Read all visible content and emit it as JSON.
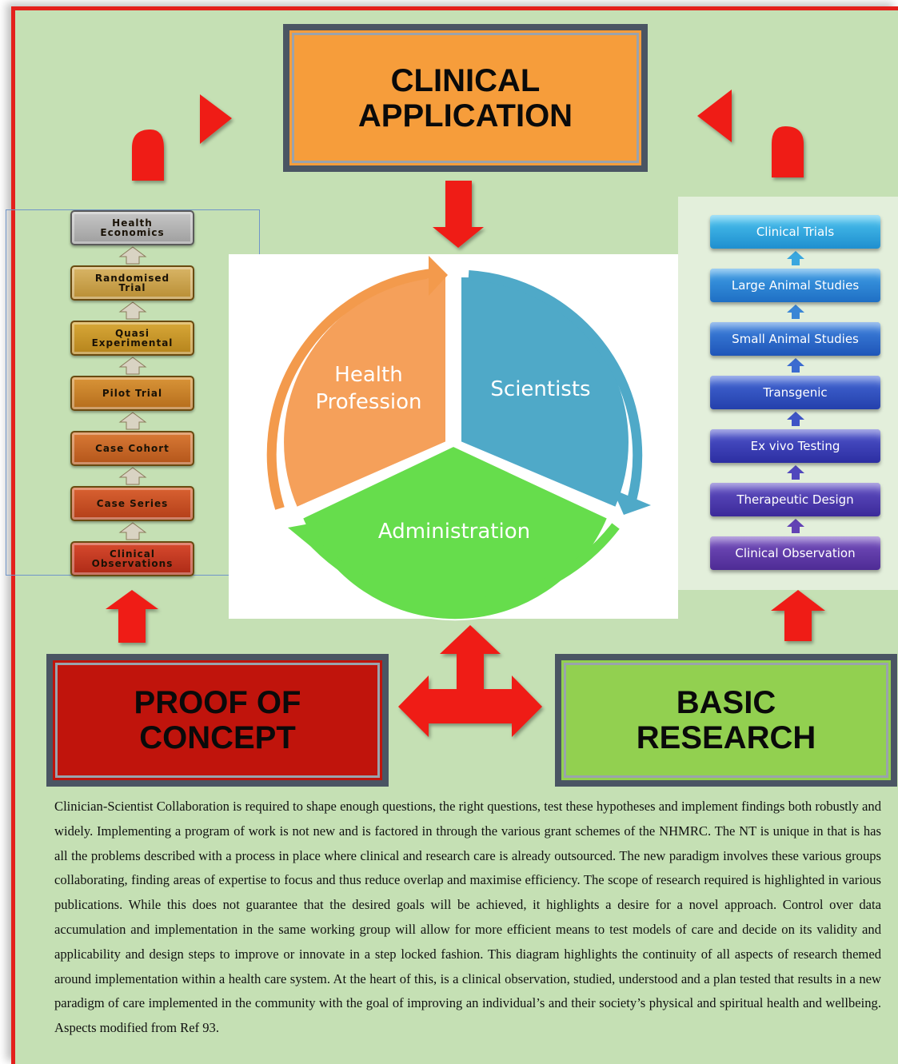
{
  "boxes": {
    "clinical_application": "CLINICAL\nAPPLICATION",
    "proof_of_concept": "PROOF OF\nCONCEPT",
    "basic_research": "BASIC\nRESEARCH"
  },
  "proof_of_concept_steps": [
    "Health\nEconomics",
    "Randomised\nTrial",
    "Quasi\nExperimental",
    "Pilot Trial",
    "Case Cohort",
    "Case Series",
    "Clinical\nObservations"
  ],
  "basic_research_steps": [
    "Clinical Trials",
    "Large Animal Studies",
    "Small Animal Studies",
    "Transgenic",
    "Ex vivo Testing",
    "Therapeutic Design",
    "Clinical Observation"
  ],
  "cycle": {
    "health_profession": "Health\nProfession",
    "scientists": "Scientists",
    "administration": "Administration"
  },
  "colors": {
    "arrow_red": "#ef1c14",
    "health_profession": "#f5a05a",
    "scientists": "#4fa9c8",
    "administration": "#66dd4c"
  },
  "caption": "Clinician-Scientist Collaboration is required to shape enough questions, the right questions, test these hypotheses and implement findings both robustly and widely. Implementing a program of work is not new and is factored in through the various grant schemes of the NHMRC. The NT is unique in that is has all the problems described with a process in place where clinical and research care is already outsourced. The new paradigm involves these various groups collaborating, finding areas of expertise to focus and thus reduce overlap and maximise efficiency. The scope of research required is highlighted in various publications. While this does not guarantee that the desired goals will be achieved, it highlights a desire for a novel approach. Control over data accumulation and implementation in the same working group will allow for more efficient means to test models of care and decide on its validity and applicability and design steps to improve or innovate in a step locked fashion. This diagram highlights the continuity of all aspects of research themed around implementation within a health care system. At the heart of this, is a clinical observation, studied, understood and a plan tested that results in a new paradigm of care implemented in the community with the goal of improving an individual’s and their society’s physical and spiritual health and wellbeing. Aspects modified from Ref 93."
}
